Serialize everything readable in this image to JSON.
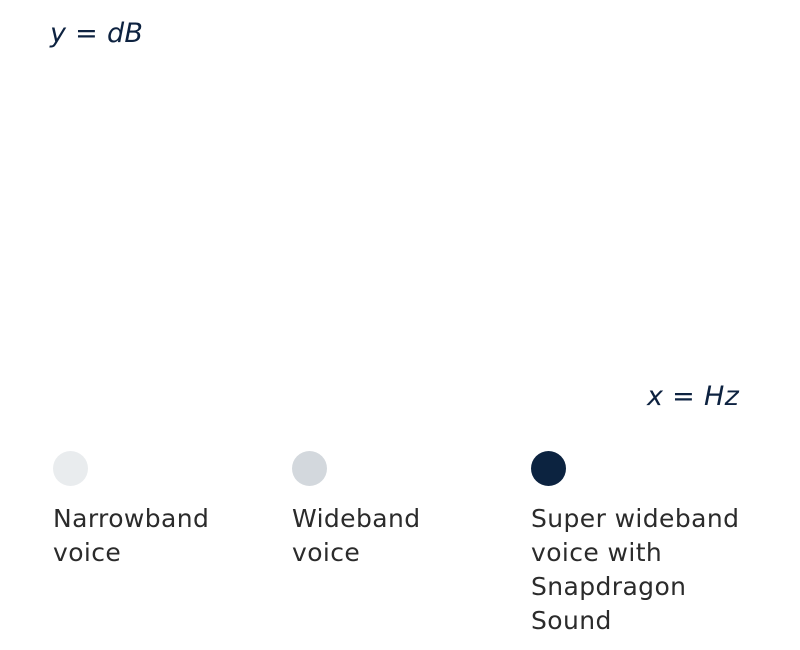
{
  "chart_data": {
    "type": "area",
    "title": "",
    "xlabel": "x = Hz",
    "ylabel": "y = dB",
    "grid": false,
    "legend_placement": "bottom",
    "series": [
      {
        "name": "Narrowband\nvoice",
        "color": "#e9ecee"
      },
      {
        "name": "Wideband\nvoice",
        "color": "#d3d8dd"
      },
      {
        "name": "Super wideband\nvoice with\nSnapdragon\nSound",
        "color": "#0c2340"
      }
    ]
  }
}
